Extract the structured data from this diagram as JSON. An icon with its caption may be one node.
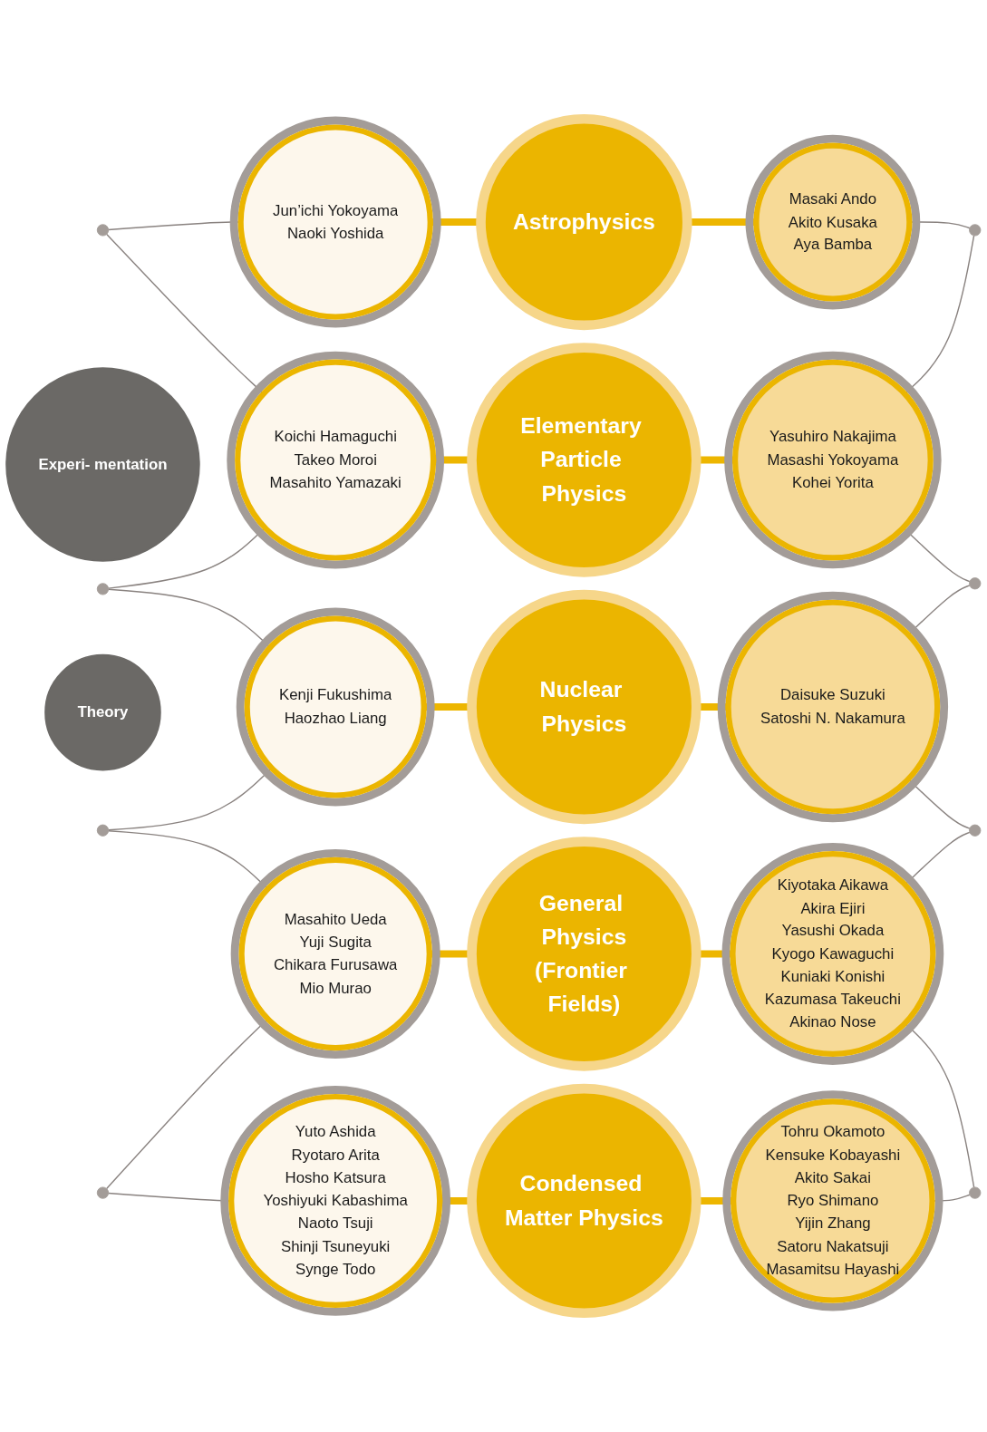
{
  "diagram": {
    "nodes": [
      {
        "text": [
          "Jun’ichi Yokoyama",
          "Naoki Yoshida"
        ]
      },
      {
        "text": [
          "Astrophysics"
        ]
      },
      {
        "text": [
          "Masaki Ando",
          "Akito Kusaka",
          "Aya Bamba"
        ]
      },
      {
        "text": [],
        "shape": "circle"
      },
      {
        "text": [],
        "shape": "circle"
      },
      {
        "text": [
          "Koichi Hamaguchi",
          "Takeo Moroi",
          "Masahito Yamazaki"
        ]
      },
      {
        "text": [
          "Elementary Particle Physics"
        ]
      },
      {
        "text": [
          "Yasuhiro Nakajima",
          "Masashi Yokoyama",
          "Kohei Yorita"
        ]
      },
      {
        "text": [
          "Experi- mentation"
        ]
      },
      {
        "text": [],
        "shape": "circle"
      },
      {
        "text": [],
        "shape": "circle"
      },
      {
        "text": [
          "Theory"
        ]
      },
      {
        "text": [
          "Kenji Fukushima",
          "Haozhao Liang"
        ]
      },
      {
        "text": [
          "Nuclear Physics"
        ]
      },
      {
        "text": [
          "Daisuke Suzuki",
          "Satoshi N. Nakamura"
        ]
      },
      {
        "text": [],
        "shape": "circle"
      },
      {
        "text": [],
        "shape": "circle"
      },
      {
        "text": [
          "Masahito Ueda",
          "Yuji Sugita",
          "Chikara Furusawa",
          "Mio Murao"
        ]
      },
      {
        "text": [
          "General Physics",
          "(Frontier Fields)"
        ]
      },
      {
        "text": [
          "Kiyotaka Aikawa",
          "Akira Ejiri",
          "Yasushi Okada",
          "Kyogo Kawaguchi",
          "Kuniaki Konishi",
          "Kazumasa Takeuchi",
          "Akinao Nose"
        ]
      },
      {
        "text": [],
        "shape": "circle"
      },
      {
        "text": [],
        "shape": "circle"
      },
      {
        "text": [
          "Yuto Ashida",
          "Ryotaro Arita",
          "Hosho Katsura",
          "Yoshiyuki Kabashima",
          "Naoto Tsuji",
          "Shinji Tsuneyuki",
          "Synge Todo"
        ]
      },
      {
        "text": [
          "Condensed Matter Physics"
        ]
      },
      {
        "text": [
          "Tohru Okamoto",
          "Kensuke Kobayashi",
          "Akito Sakai",
          "Ryo Shimano",
          "Yijin Zhang",
          "Satoru Nakatsuji",
          "Masamitsu Hayashi"
        ]
      }
    ],
    "edges": [
      {
        "from": 0,
        "to": 1,
        "arrow": "none",
        "style": "thick",
        "color": "#edb600"
      },
      {
        "from": 1,
        "to": 2,
        "arrow": "none",
        "style": "thick",
        "color": "#edb600"
      },
      {
        "from": 3,
        "to": 0,
        "arrow": "none"
      },
      {
        "from": 3,
        "to": 5,
        "arrow": "none"
      },
      {
        "from": 2,
        "to": 4,
        "arrow": "none"
      },
      {
        "from": 7,
        "to": 4,
        "arrow": "none"
      },
      {
        "from": 5,
        "to": 6,
        "arrow": "none",
        "style": "thick",
        "color": "#edb600"
      },
      {
        "from": 6,
        "to": 7,
        "arrow": "none",
        "style": "thick",
        "color": "#edb600"
      },
      {
        "from": 9,
        "to": 5,
        "arrow": "none"
      },
      {
        "from": 9,
        "to": 12,
        "arrow": "none"
      },
      {
        "from": 7,
        "to": 10,
        "arrow": "none"
      },
      {
        "from": 14,
        "to": 10,
        "arrow": "none"
      },
      {
        "from": 12,
        "to": 13,
        "arrow": "none",
        "style": "thick",
        "color": "#edb600"
      },
      {
        "from": 13,
        "to": 14,
        "arrow": "none",
        "style": "thick",
        "color": "#edb600"
      },
      {
        "from": 15,
        "to": 12,
        "arrow": "none"
      },
      {
        "from": 15,
        "to": 17,
        "arrow": "none"
      },
      {
        "from": 14,
        "to": 16,
        "arrow": "none"
      },
      {
        "from": 19,
        "to": 16,
        "arrow": "none"
      },
      {
        "from": 17,
        "to": 18,
        "arrow": "none",
        "style": "thick",
        "color": "#edb600"
      },
      {
        "from": 18,
        "to": 19,
        "arrow": "none",
        "style": "thick",
        "color": "#edb600"
      },
      {
        "from": 20,
        "to": 17,
        "arrow": "none"
      },
      {
        "from": 20,
        "to": 22,
        "arrow": "none"
      },
      {
        "from": 19,
        "to": 21,
        "arrow": "none"
      },
      {
        "from": 24,
        "to": 21,
        "arrow": "none"
      },
      {
        "from": 22,
        "to": 23,
        "arrow": "none",
        "style": "thick",
        "color": "#edb600"
      },
      {
        "from": 23,
        "to": 24,
        "arrow": "none",
        "style": "thick",
        "color": "#edb600"
      }
    ]
  }
}
